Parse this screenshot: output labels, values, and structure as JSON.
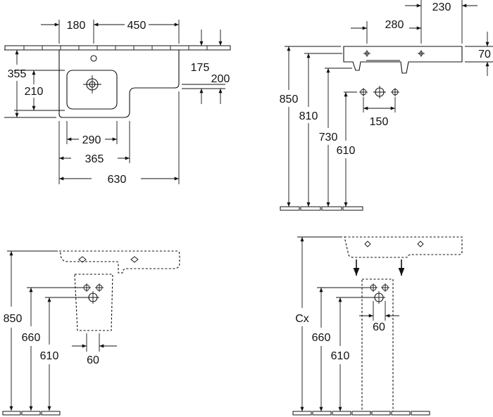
{
  "view_top": {
    "dim_180": "180",
    "dim_450": "450",
    "dim_175": "175",
    "dim_200": "200",
    "dim_355": "355",
    "dim_210": "210",
    "dim_290": "290",
    "dim_365": "365",
    "dim_630": "630"
  },
  "view_side": {
    "dim_230": "230",
    "dim_280": "280",
    "dim_70": "70",
    "dim_850": "850",
    "dim_810": "810",
    "dim_730": "730",
    "dim_610": "610",
    "dim_150": "150"
  },
  "view_front_pedestal": {
    "dim_850": "850",
    "dim_660": "660",
    "dim_610": "610",
    "dim_60": "60"
  },
  "view_front_column": {
    "dim_cx": "Cx",
    "dim_660": "660",
    "dim_610": "610",
    "dim_60": "60"
  }
}
